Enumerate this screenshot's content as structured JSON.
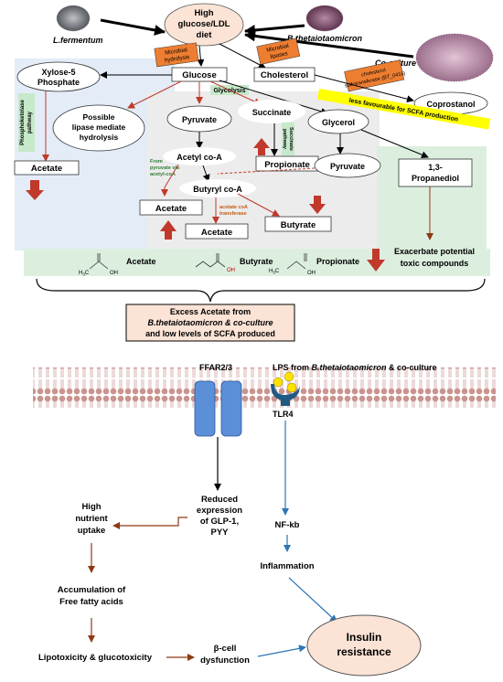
{
  "organisms": {
    "lf": "L.fermentum",
    "bt": "B.thetaiotaomicron",
    "co": "Co-culture"
  },
  "diet": [
    "High",
    "glucose/LDL",
    "diet"
  ],
  "labels": {
    "microbial_hydrolysis": [
      "Microbial",
      "hydrolysis"
    ],
    "microbial_lipases": [
      "Microbial",
      "lipases"
    ],
    "glucose": "Glucose",
    "cholesterol": "Cholesterol",
    "xylose": [
      "Xylose-5",
      "Phosphate"
    ],
    "sulfotransferase": [
      "cholesterol",
      "sulfotransferase (BT_0416)"
    ],
    "coprostanol": "Coprostanol",
    "less_favourable": "less favourable for  SCFA production",
    "phosphoketolase": [
      "Phosphoketolase",
      "pathway"
    ],
    "glycolysis": "Glycolysis",
    "succinate_pathway": [
      "Succinate",
      "pathway"
    ],
    "lipase": [
      "Possible",
      "lipase mediate",
      "hydrolysis"
    ],
    "pyruvate": "Pyruvate",
    "succinate": "Succinate",
    "glycerol": "Glycerol",
    "acetate": "Acetate",
    "acetylcoa": "Acetyl co-A",
    "propionate": "Propionate",
    "propanediol": [
      "1,3-",
      "Propanediol"
    ],
    "from_pyruvate": [
      "From",
      "pyruvate via",
      "acetyl-coA"
    ],
    "butyrylcoa": "Butyryl co-A",
    "acetate_coa": [
      "acetate coA",
      "transferase"
    ],
    "butyrate": "Butyrate",
    "exacerbate": [
      "Exacerbate potential",
      "toxic compounds"
    ],
    "oh": "OH"
  },
  "excess_box": [
    "Excess Acetate from",
    "B.thetaiotaomicron & co-culture",
    "and low levels of SCFA produced"
  ],
  "ffar": "FFAR2/3",
  "lps": {
    "prefix": "LPS from ",
    "species": "B.thetaiotaomicron",
    "suffix": " & co-culture"
  },
  "tlr4": "TLR4",
  "reduced": [
    "Reduced",
    "expression",
    "of GLP-1,",
    "PYY"
  ],
  "high_nutrient": [
    "High",
    "nutrient",
    "uptake"
  ],
  "nfkb": "NF-kb",
  "inflammation": "Inflammation",
  "ffa": [
    "Accumulation of",
    "Free fatty acids"
  ],
  "lipotox": "Lipotoxicity & glucotoxicity",
  "beta": [
    "β-cell",
    "dysfunction"
  ],
  "insulin": [
    "Insulin",
    "resistance"
  ],
  "colors": {
    "red_arrow": "#c0392b",
    "dark_red": "#a01e1e",
    "blue": "#2e75b6",
    "orange": "#ed7d31",
    "green_label": "#c6e9c9",
    "peach": "#fbe3d6",
    "yellow": "#ffff00",
    "bg_blue": "#e3ecf7",
    "bg_grey": "#ececec",
    "bg_green": "#dcefdf",
    "receptor": "#5b8fd8",
    "tlr": "#1f5a85",
    "membrane": "#c9938f"
  }
}
